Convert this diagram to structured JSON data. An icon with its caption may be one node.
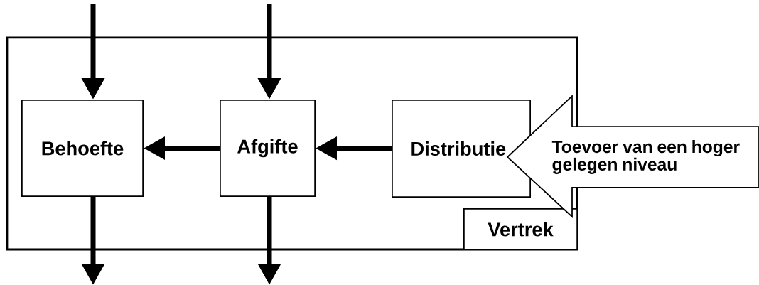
{
  "diagram": {
    "nodes": [
      {
        "text": [],
        "shape": "box"
      },
      {
        "text": [
          "Behoefte"
        ],
        "in": 0
      },
      {
        "text": [
          "Afgifte"
        ],
        "in": 0
      },
      {
        "text": [
          "Distributie"
        ],
        "in": 0
      },
      {
        "text": [
          "Vertrek"
        ],
        "in": 0
      },
      {
        "text": [
          "Toevoer van een hoger gelegen niveau"
        ]
      }
    ],
    "edges": [
      {
        "from": 2,
        "to": 1,
        "arrow": "to"
      },
      {
        "from": 3,
        "to": 2,
        "arrow": "to"
      },
      {
        "from": null,
        "to": 1,
        "arrow": "to"
      },
      {
        "from": null,
        "to": 2,
        "arrow": "to"
      },
      {
        "from": 1,
        "to": null,
        "arrow": "to"
      },
      {
        "from": 2,
        "to": null,
        "arrow": "to"
      }
    ]
  }
}
